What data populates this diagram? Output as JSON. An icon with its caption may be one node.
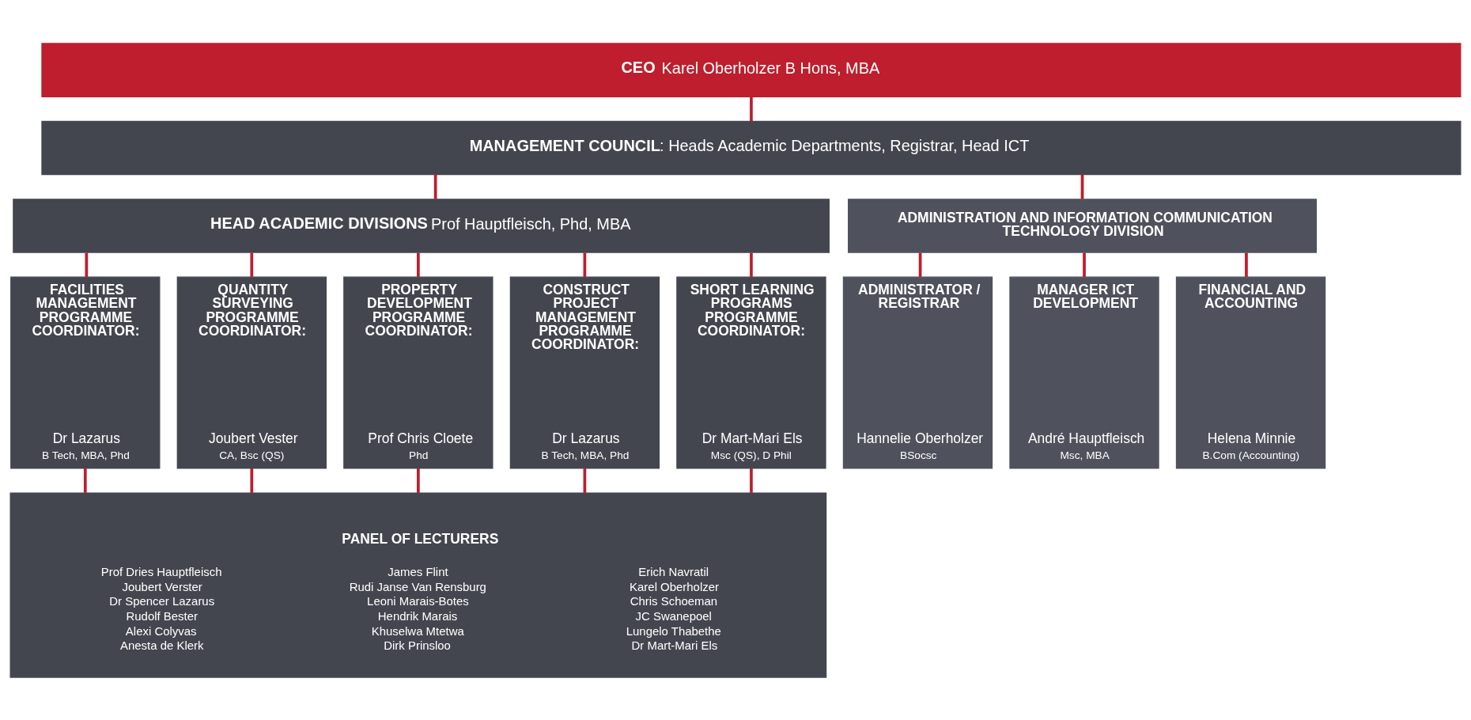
{
  "diagram": {
    "nodes": [
      {
        "text": [
          "**CEO** Karel Oberholzer B Hons, MBA"
        ]
      },
      {
        "text": [
          "**MANAGEMENT COUNCIL**: Heads Academic Departments, Registrar, Head ICT"
        ]
      },
      {
        "text": [
          "**HEAD ACADEMIC DIVISIONS** Prof Hauptfleisch, Phd, MBA"
        ]
      },
      {
        "text": [
          "ADMINISTRATION AND INFORMATION COMMUNICATION TECHNOLOGY DIVISION"
        ]
      },
      {
        "text": [
          "FACILITIES MANAGEMENT PROGRAMME COORDINATOR:",
          "Dr Lazarus",
          "B Tech, MBA, Phd"
        ]
      },
      {
        "text": [
          "QUANTITY SURVEYING PROGRAMME COORDINATOR:",
          "Joubert Vester",
          "CA, Bsc (QS)"
        ]
      },
      {
        "text": [
          "PROPERTY DEVELOPMENT PROGRAMME COORDINATOR:",
          "Prof Chris Cloete",
          "Phd"
        ]
      },
      {
        "text": [
          "CONSTRUCT PROJECT MANAGEMENT PROGRAMME COORDINATOR:",
          "Dr Lazarus",
          "B Tech, MBA, Phd"
        ]
      },
      {
        "text": [
          "SHORT LEARNING PROGRAMS PROGRAMME COORDINATOR:",
          "Dr Mart-Mari Els",
          "Msc (QS), D Phil"
        ]
      },
      {
        "text": [
          "ADMINISTRATOR / REGISTRAR",
          "Hannelie Oberholzer",
          "BSocsc"
        ]
      },
      {
        "text": [
          "MANAGER ICT DEVELOPMENT",
          "André Hauptfleisch",
          "Msc, MBA"
        ]
      },
      {
        "text": [
          "FINANCIAL AND ACCOUNTING",
          "Helena Minnie",
          "B.Com (Accounting)"
        ]
      },
      {
        "text": [
          "PANEL OF LECTURERS",
          "Prof Dries Hauptfleisch",
          "Joubert Verster",
          "Dr Spencer Lazarus",
          "Rudolf Bester",
          "Alexi Colyvas",
          "Anesta de Klerk",
          "James Flint",
          "Rudi Janse Van Rensburg",
          "Leoni Marais-Botes",
          "Hendrik Marais",
          "Khuselwa Mtetwa",
          "Dirk Prinsloo",
          "Erich Navratil",
          "Karel Oberholzer",
          "Chris Schoeman",
          "JC Swanepoel",
          "Lungelo Thabethe",
          "Dr Mart-Mari Els"
        ]
      }
    ],
    "edges": [
      {
        "from": 0,
        "to": 1,
        "arrow": "none"
      },
      {
        "from": 1,
        "to": 2,
        "arrow": "none"
      },
      {
        "from": 1,
        "to": 3,
        "arrow": "none"
      },
      {
        "from": 2,
        "to": 4,
        "arrow": "none"
      },
      {
        "from": 2,
        "to": 5,
        "arrow": "none"
      },
      {
        "from": 2,
        "to": 6,
        "arrow": "none"
      },
      {
        "from": 2,
        "to": 7,
        "arrow": "none"
      },
      {
        "from": 2,
        "to": 8,
        "arrow": "none"
      },
      {
        "from": 3,
        "to": 9,
        "arrow": "none"
      },
      {
        "from": 3,
        "to": 10,
        "arrow": "none"
      },
      {
        "from": 3,
        "to": 11,
        "arrow": "none"
      },
      {
        "from": 4,
        "to": 12,
        "arrow": "none"
      },
      {
        "from": 5,
        "to": 12,
        "arrow": "none"
      },
      {
        "from": 6,
        "to": 12,
        "arrow": "none"
      },
      {
        "from": 7,
        "to": 12,
        "arrow": "none"
      },
      {
        "from": 8,
        "to": 12,
        "arrow": "none"
      }
    ]
  }
}
